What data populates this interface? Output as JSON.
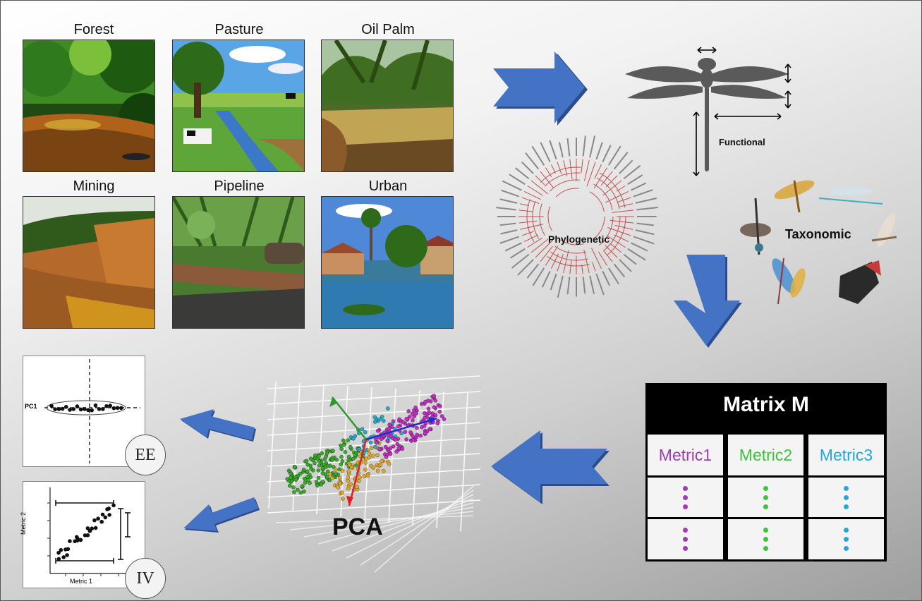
{
  "habitats": [
    {
      "label": "Forest"
    },
    {
      "label": "Pasture"
    },
    {
      "label": "Oil Palm"
    },
    {
      "label": "Mining"
    },
    {
      "label": "Pipeline"
    },
    {
      "label": "Urban"
    }
  ],
  "diversity": {
    "functional": "Functional",
    "phylogenetic": "Phylogenetic",
    "taxonomic": "Taxonomic"
  },
  "matrix": {
    "title": "Matrix M",
    "columns": [
      {
        "label": "Metric1",
        "color": "#a33ab8"
      },
      {
        "label": "Metric2",
        "color": "#3cc43c"
      },
      {
        "label": "Metric3",
        "color": "#22a8dc"
      }
    ],
    "row_marker": "⋮"
  },
  "pca": {
    "label": "PCA"
  },
  "ee": {
    "badge": "EE",
    "axis_label": "PC1"
  },
  "iv": {
    "badge": "IV",
    "ylabel": "Metric 2",
    "xlabel": "Metric 1"
  },
  "colors": {
    "arrow": "#4472c4",
    "arrow_shadow": "#2c4d8a",
    "tree": "#c0504d"
  }
}
